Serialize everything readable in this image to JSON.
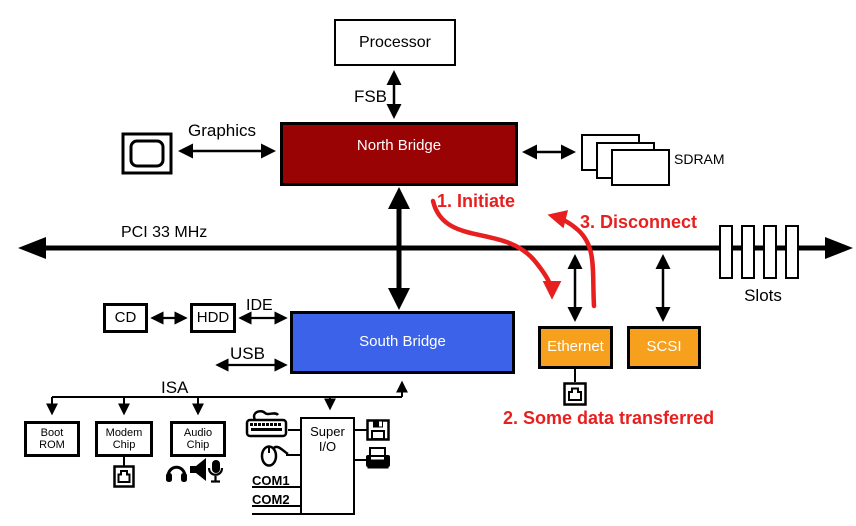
{
  "diagram": {
    "boxes": {
      "processor": "Processor",
      "north_bridge": "North Bridge",
      "south_bridge": "South Bridge",
      "ethernet": "Ethernet",
      "scsi": "SCSI",
      "cd": "CD",
      "hdd": "HDD",
      "boot_rom": "Boot\nROM",
      "modem_chip": "Modem\nChip",
      "audio_chip": "Audio\nChip",
      "super_io": "Super\nI/O"
    },
    "labels": {
      "fsb": "FSB",
      "graphics": "Graphics",
      "pci": "PCI 33 MHz",
      "sdram": "SDRAM",
      "slots": "Slots",
      "ide": "IDE",
      "usb": "USB",
      "isa": "ISA",
      "com1": "COM1",
      "com2": "COM2"
    },
    "annotations": {
      "step1": "1. Initiate",
      "step2": "2. Some data\ntransferred",
      "step3": "3. Disconnect"
    },
    "colors": {
      "north_bridge": "#990303",
      "south_bridge": "#3B62E8",
      "peripheral_orange": "#F6A01E",
      "annotation_red": "#E81F1F",
      "line_black": "#000000",
      "box_text_white": "#FFFFFF"
    }
  }
}
